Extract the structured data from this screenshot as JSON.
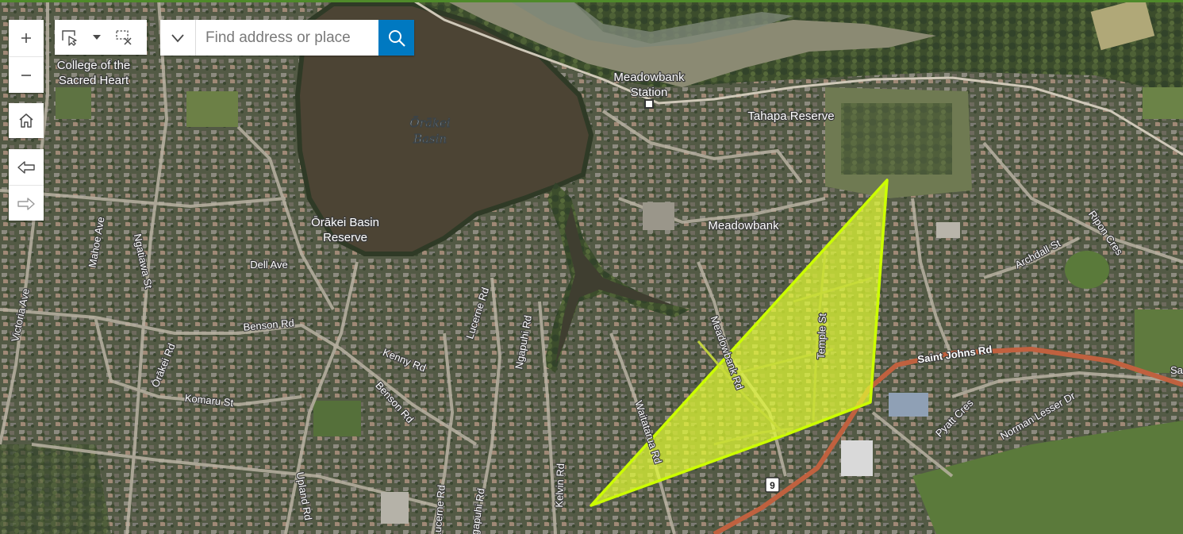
{
  "colors": {
    "accent": "#0079c1",
    "polygon_fill": "#e6ff33",
    "polygon_outline": "#ccff00",
    "arterial_road": "#c0613f"
  },
  "controls": {
    "zoom_in_icon": "plus-icon",
    "zoom_out_icon": "minus-icon",
    "home_icon": "home-icon",
    "previous_extent_icon": "arrow-left-icon",
    "next_extent_icon": "arrow-right-icon",
    "select_icon": "select-by-rectangle-icon",
    "select_menu_icon": "caret-down-icon",
    "clear_selection_icon": "clear-selection-icon"
  },
  "search": {
    "placeholder": "Find address or place",
    "source_dropdown_icon": "chevron-down-icon",
    "search_icon": "magnifier-icon"
  },
  "map": {
    "drawn_shape": "triangle polygon",
    "places": {
      "college": [
        "College of the",
        "Sacred Heart"
      ],
      "station": [
        "Meadowbank",
        "Station"
      ],
      "tahapa": "Tahapa Reserve",
      "basin_water": [
        "Ōrākei",
        "Basin"
      ],
      "basin_reserve": [
        "Ōrākei Basin",
        "Reserve"
      ],
      "meadowbank": "Meadowbank"
    },
    "roads": {
      "dell": "Dell Ave",
      "benson_1": "Benson Rd",
      "benson_2": "Benson Rd",
      "mahoe": "Mahoe Ave",
      "ngatiawa": "Ngatiawa St",
      "victoria": "Victoria Ave",
      "orakei": "Ōrākei Rd",
      "komaru": "Komaru St",
      "kenny": "Kenny Rd",
      "lucerne_1": "Lucerne Rd",
      "lucerne_2": "Lucerne Rd",
      "ngapuhi_1": "Ngapuhi Rd",
      "ngapuhi_2": "Ngapuhi Rd",
      "upland": "Upland Rd",
      "kelvin": "Kelvin Rd",
      "waitatarua": "Waitatarua Rd",
      "meadowbank_rd": "Meadowbank Rd",
      "temple": "Temple St",
      "saint_johns": "Saint Johns Rd",
      "archdall": "Archdall St",
      "ripon": "Ripon Cres",
      "pyatt": "Pyatt Cres",
      "norman_lesser": "Norman Lesser Dr",
      "edge_sa": "Sa"
    },
    "route_shield": "9"
  }
}
